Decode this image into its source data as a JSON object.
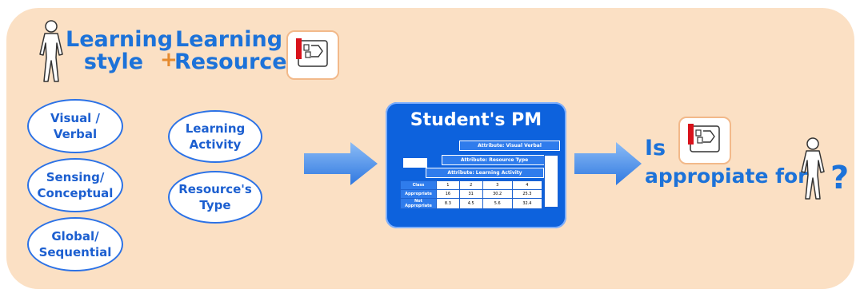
{
  "header": {
    "learning_style": "Learning style",
    "plus": "+",
    "learning_resource": "Learning Resource"
  },
  "style_dimensions": [
    "Visual / Verbal",
    "Sensing/ Conceptual",
    "Global/ Sequential"
  ],
  "resource_attributes": [
    "Learning Activity",
    "Resource's Type"
  ],
  "model": {
    "title": "Student's PM",
    "layers": [
      "Attribute: Visual Verbal",
      "Attribute: Resource Type",
      "Attribute: Learning Activity"
    ],
    "table": {
      "header": [
        "Class",
        "1",
        "2",
        "3",
        "4"
      ],
      "rows": [
        [
          "Appropriate",
          "16",
          "31",
          "30.2",
          "25.3"
        ],
        [
          "Not Appropriate",
          "8.3",
          "4.5",
          "5.6",
          "32.4"
        ]
      ]
    }
  },
  "question": {
    "is": "Is",
    "appropriate_for": "appropiate for",
    "mark": "?"
  },
  "colors": {
    "panel": "#fbe0c4",
    "accent": "#1c72d9",
    "arrow": "#4a8fe6",
    "model_bg": "#0d62dd",
    "plus": "#e58a2e"
  }
}
